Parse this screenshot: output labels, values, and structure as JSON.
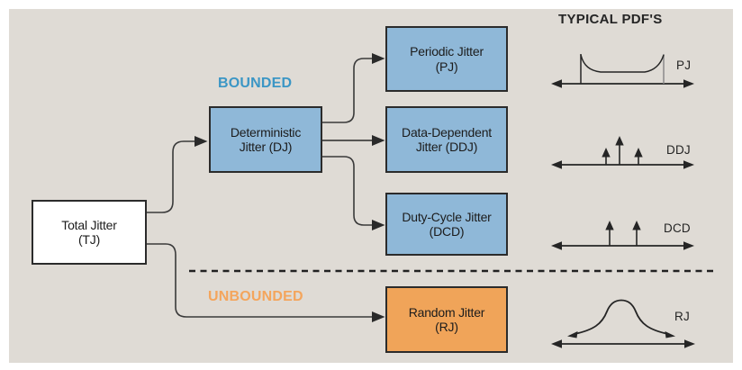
{
  "colors": {
    "panel-bg": "#dfdbd5",
    "blue-fill": "#8fb8d8",
    "orange-fill": "#f0a459",
    "bounded-text": "#3b96c5",
    "unbounded-text": "#f4a55c",
    "line": "#2a2a2a"
  },
  "nodes": {
    "total": {
      "line1": "Total Jitter",
      "line2": "(TJ)"
    },
    "deterministic": {
      "line1": "Deterministic",
      "line2": "Jitter (DJ)"
    },
    "periodic": {
      "line1": "Periodic Jitter",
      "line2": "(PJ)"
    },
    "data_dependent": {
      "line1": "Data-Dependent",
      "line2": "Jitter (DDJ)"
    },
    "duty_cycle": {
      "line1": "Duty-Cycle Jitter",
      "line2": "(DCD)"
    },
    "random": {
      "line1": "Random Jitter",
      "line2": "(RJ)"
    }
  },
  "sections": {
    "bounded": "BOUNDED",
    "unbounded": "UNBOUNDED"
  },
  "pdf_column": {
    "title": "TYPICAL PDF'S",
    "labels": {
      "pj": "PJ",
      "ddj": "DDJ",
      "dcd": "DCD",
      "rj": "RJ"
    }
  }
}
